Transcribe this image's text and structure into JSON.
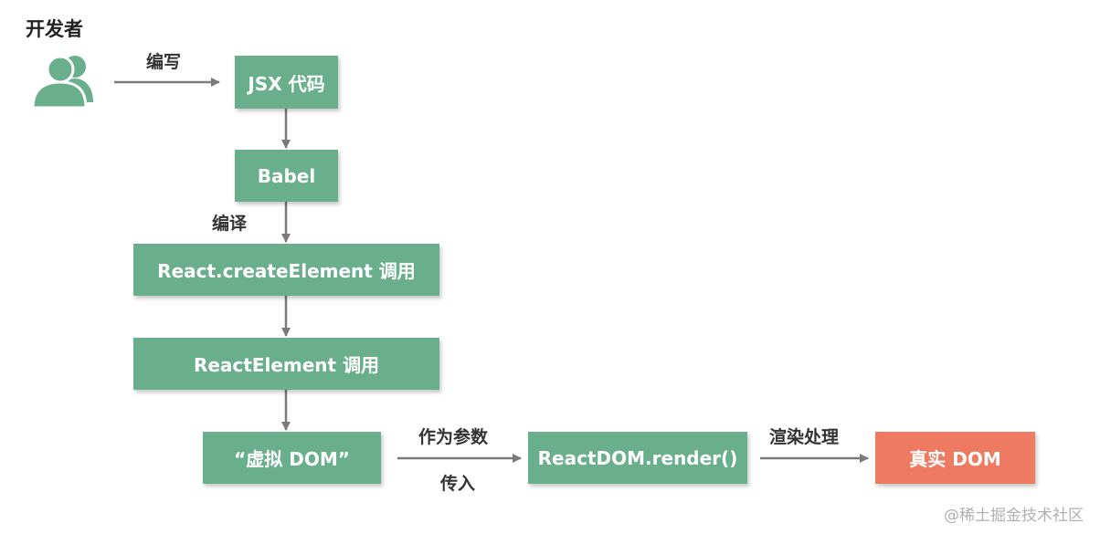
{
  "developer": {
    "label": "开发者",
    "icon": "users-icon"
  },
  "edge_labels": {
    "write": "编写",
    "compile": "编译",
    "as_param": "作为参数",
    "pass_in": "传入",
    "render_process": "渲染处理"
  },
  "nodes": {
    "jsx": "JSX 代码",
    "babel": "Babel",
    "create_element": "React.createElement 调用",
    "react_element": "ReactElement 调用",
    "virtual_dom": "“虚拟 DOM”",
    "render": "ReactDOM.render()",
    "real_dom": "真实 DOM"
  },
  "colors": {
    "node": "#6aaf8c",
    "node_final": "#ee7a62",
    "icon": "#6aaf8c",
    "arrow": "#7a7a7a"
  },
  "watermark": "@稀土掘金技术社区"
}
